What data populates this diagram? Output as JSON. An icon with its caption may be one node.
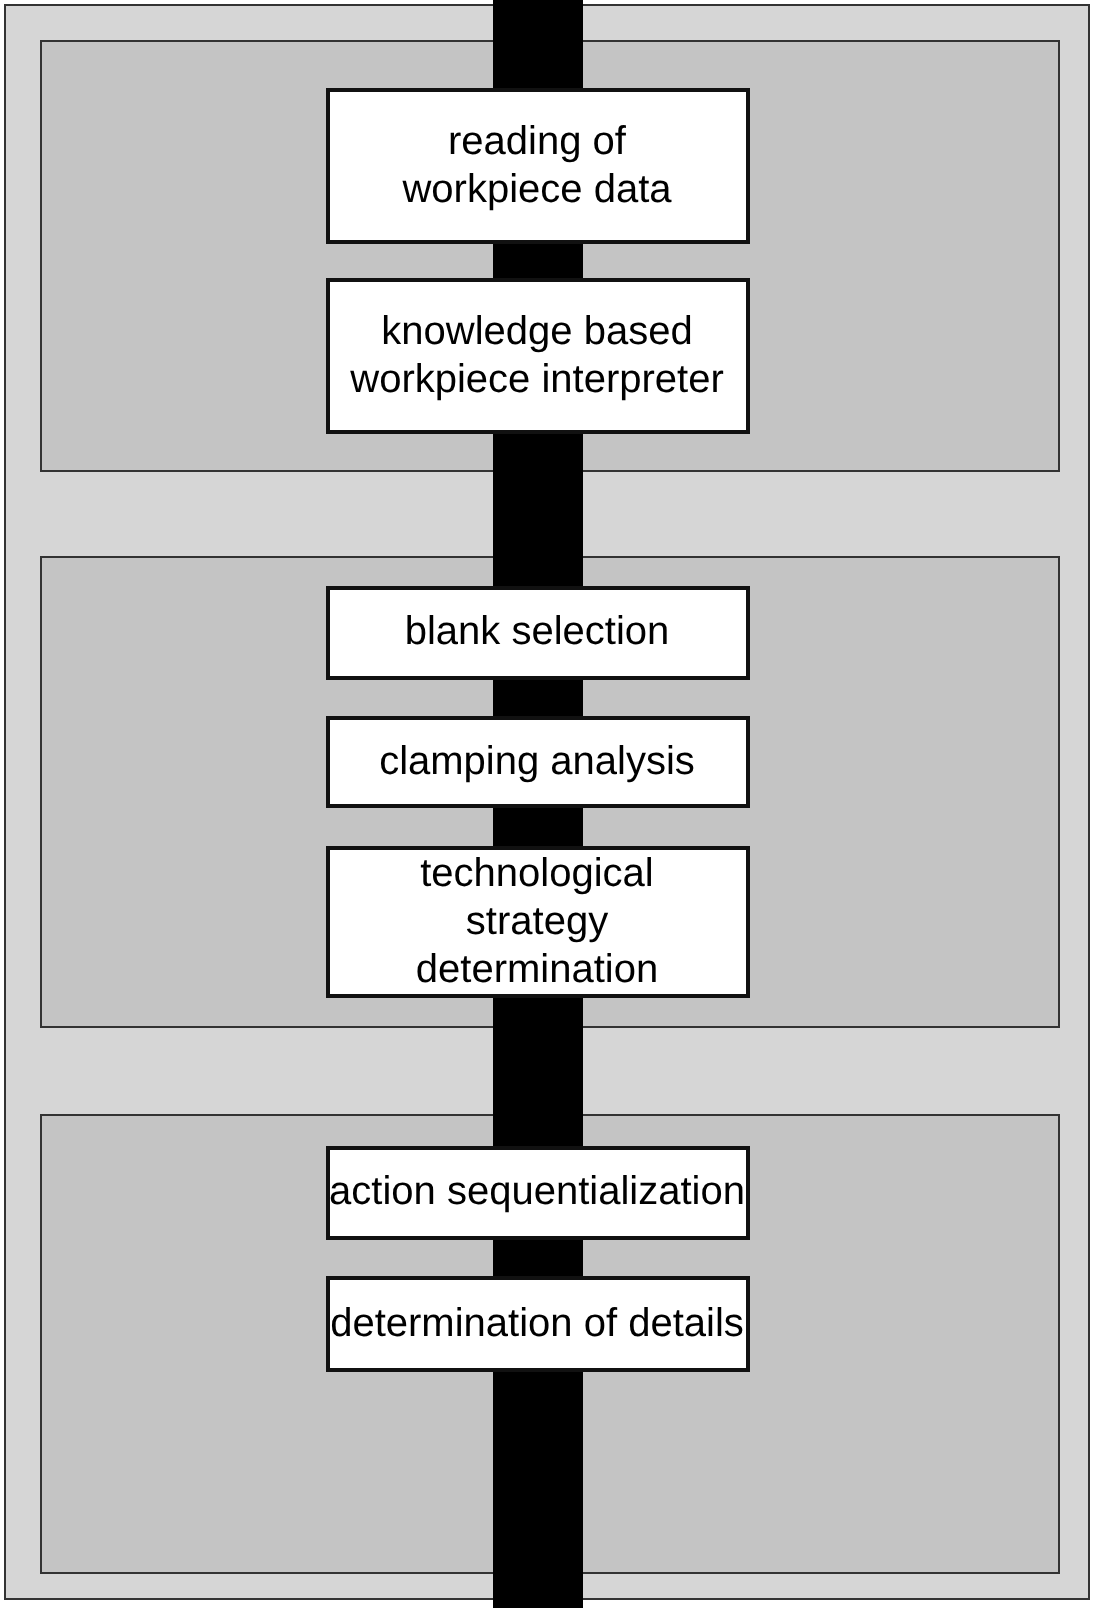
{
  "diagram": {
    "nodes": [
      {
        "text": [],
        "shape": "box"
      },
      {
        "text": [
          "reading of workpiece data"
        ],
        "in": 0
      },
      {
        "text": [
          "knowledge based workpiece interpreter"
        ],
        "in": 0
      },
      {
        "text": [],
        "shape": "box"
      },
      {
        "text": [
          "blank selection"
        ],
        "in": 3
      },
      {
        "text": [
          "clamping analysis"
        ],
        "in": 3
      },
      {
        "text": [
          "technological strategy determination"
        ],
        "in": 3
      },
      {
        "text": [],
        "shape": "box"
      },
      {
        "text": [
          "action sequentialization"
        ],
        "in": 7
      },
      {
        "text": [
          "determination of details"
        ],
        "in": 7
      }
    ],
    "edges": [
      {
        "from": null,
        "to": 1,
        "arrow": "none"
      },
      {
        "from": 1,
        "to": 2,
        "arrow": "none"
      },
      {
        "from": 2,
        "to": 4,
        "arrow": "none"
      },
      {
        "from": 4,
        "to": 5,
        "arrow": "none"
      },
      {
        "from": 5,
        "to": 6,
        "arrow": "none"
      },
      {
        "from": 6,
        "to": 8,
        "arrow": "none"
      },
      {
        "from": 8,
        "to": 9,
        "arrow": "none"
      },
      {
        "from": 9,
        "to": null,
        "arrow": "none"
      }
    ]
  }
}
